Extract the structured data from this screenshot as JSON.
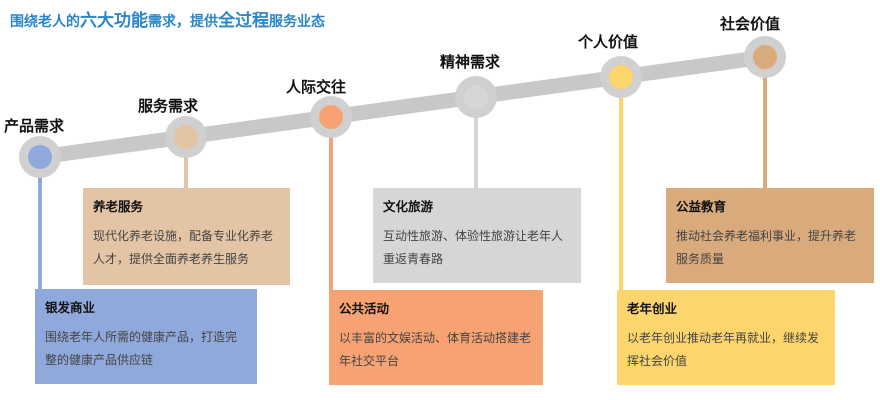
{
  "header": {
    "title_parts": [
      {
        "text": "围绕老人的",
        "big": false
      },
      {
        "text": "六大功能",
        "big": true
      },
      {
        "text": "需求，提供",
        "big": false
      },
      {
        "text": "全过程",
        "big": true
      },
      {
        "text": "服务业态",
        "big": false
      }
    ]
  },
  "colors": {
    "title": "#2a86c9",
    "track": "#c8c8c8",
    "product": "#8fa9dc",
    "service": "#e3c4a5",
    "social": "#f6a273",
    "spirit": "#d6d6d6",
    "personal": "#fcd56d",
    "society": "#d8aa7c"
  },
  "stages": [
    {
      "label": "产品需求",
      "color": "#8fa9dc"
    },
    {
      "label": "服务需求",
      "color": "#e3c4a5"
    },
    {
      "label": "人际交往",
      "color": "#f6a273"
    },
    {
      "label": "精神需求",
      "color": "#d6d6d6"
    },
    {
      "label": "个人价值",
      "color": "#fcd56d"
    },
    {
      "label": "社会价值",
      "color": "#d8aa7c"
    }
  ],
  "cards": {
    "product": {
      "title": "银发商业",
      "desc": "围绕老年人所需的健康产品，打造完整的健康产品供应链"
    },
    "service": {
      "title": "养老服务",
      "desc": "现代化养老设施，配备专业化养老人才，提供全面养老养生服务"
    },
    "social": {
      "title": "公共活动",
      "desc": "以丰富的文娱活动、体育活动搭建老年社交平台"
    },
    "spirit": {
      "title": "文化旅游",
      "desc": "互动性旅游、体验性旅游让老年人重返青春路"
    },
    "personal": {
      "title": "老年创业",
      "desc": "以老年创业推动老年再就业，继续发挥社会价值"
    },
    "society": {
      "title": "公益教育",
      "desc": "推动社会养老福利事业，提升养老服务质量"
    }
  }
}
